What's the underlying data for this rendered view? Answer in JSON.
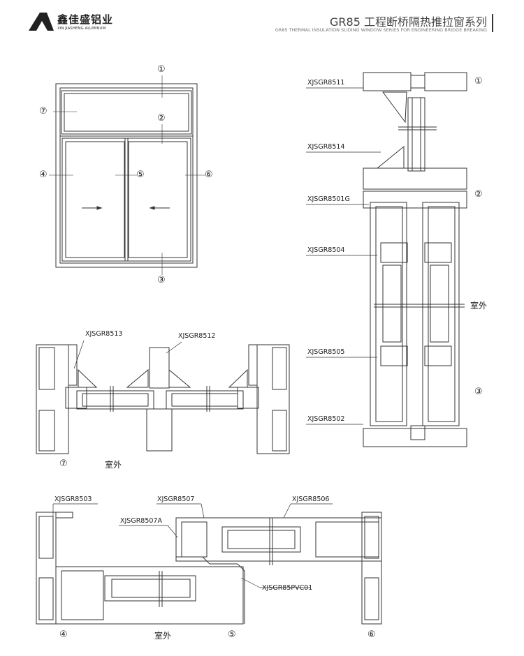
{
  "header": {
    "logo_cn": "鑫佳盛铝业",
    "logo_en": "XIN JIASHENG ALUMINUM",
    "title": "GR85 工程断桥隔热推拉窗系列",
    "subtitle": "GR85 THERMAL INSULATION SLIDING WINDOW SERIES FOR ENGINEERING BRIDGE BREAKING"
  },
  "elevation": {
    "markers": [
      "①",
      "⑦",
      "②",
      "④",
      "⑤",
      "⑥",
      "③"
    ]
  },
  "vertical_section": {
    "labels": [
      "XJSGR8511",
      "XJSGR8514",
      "XJSGR8501G",
      "XJSGR8504",
      "XJSGR8505",
      "XJSGR8502"
    ],
    "markers": [
      "①",
      "②",
      "③"
    ],
    "outside": "室外"
  },
  "top_horizontal_section": {
    "labels": [
      "XJSGR8513",
      "XJSGR8512"
    ],
    "marker": "⑦",
    "outside": "室外"
  },
  "bottom_horizontal_section": {
    "labels": [
      "XJSGR8503",
      "XJSGR8507",
      "XJSGR8506",
      "XJSGR8507A",
      "XJSGR85PVC01"
    ],
    "markers": [
      "④",
      "⑤",
      "⑥"
    ],
    "outside": "室外"
  }
}
